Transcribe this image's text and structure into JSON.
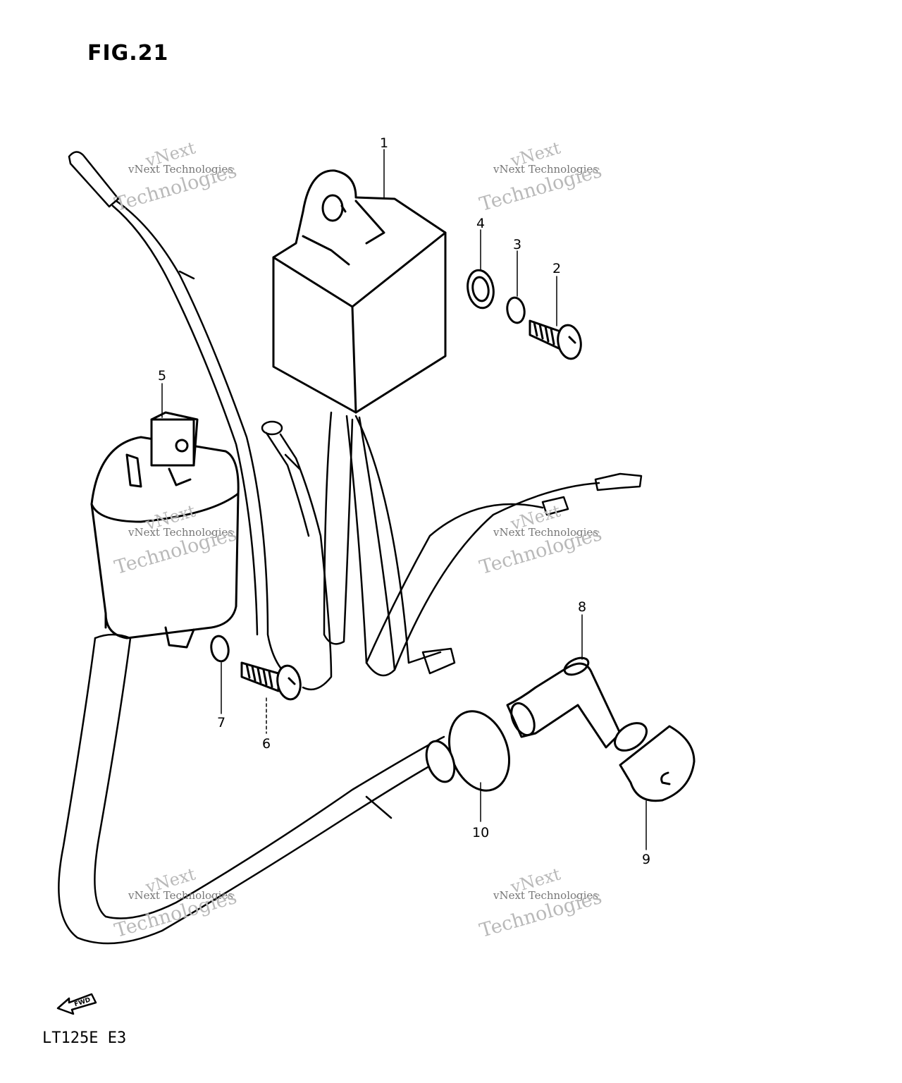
{
  "figure": {
    "title": "FIG.21",
    "model": "LT125E  E3"
  },
  "callouts": [
    {
      "number": "1"
    },
    {
      "number": "2"
    },
    {
      "number": "3"
    },
    {
      "number": "4"
    },
    {
      "number": "5"
    },
    {
      "number": "6"
    },
    {
      "number": "7"
    },
    {
      "number": "8"
    },
    {
      "number": "9"
    },
    {
      "number": "10"
    }
  ],
  "direction_marker": {
    "label": "FWD",
    "icon": "forward-arrow-icon"
  },
  "watermark": {
    "line1": "vNext",
    "line2": "vNext Technologies",
    "line3": "Technologies"
  },
  "colors": {
    "ink": "#000000",
    "watermark": "#b9b9b9"
  }
}
